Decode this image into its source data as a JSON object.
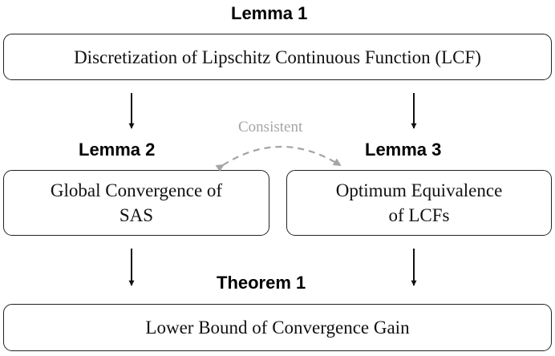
{
  "headings": {
    "lemma1": "Lemma 1",
    "lemma2": "Lemma 2",
    "lemma3": "Lemma 3",
    "theorem1": "Theorem 1"
  },
  "boxes": {
    "lemma1": [
      "Discretization of Lipschitz Continuous Function (LCF)"
    ],
    "lemma2": [
      "Global Convergence of",
      "SAS"
    ],
    "lemma3": [
      "Optimum Equivalence",
      "of LCFs"
    ],
    "theorem1": [
      "Lower Bound of Convergence Gain"
    ]
  },
  "relation": {
    "label": "Consistent"
  },
  "colors": {
    "arrow": "#111111",
    "relation": "#a5a5a5"
  }
}
